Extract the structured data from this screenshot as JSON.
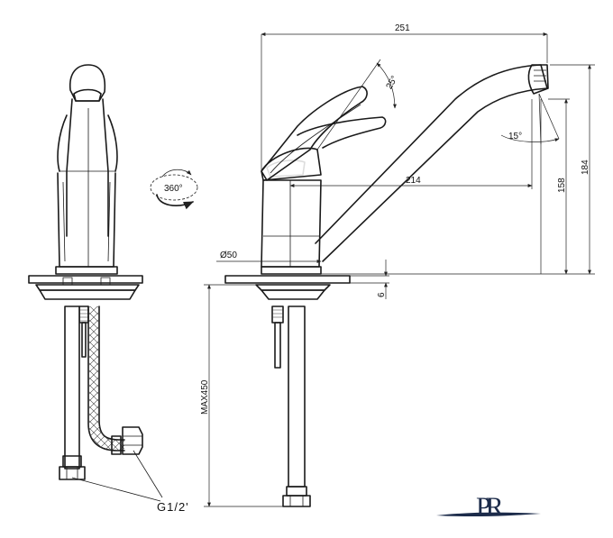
{
  "dimensions": {
    "total_reach": "251",
    "spout_reach": "214",
    "lever_angle": "25°",
    "spout_angle": "15°",
    "spout_height": "158",
    "total_height": "184",
    "base_diameter": "Ø50",
    "deck_thickness": "6",
    "hose_length": "MAX450"
  },
  "labels": {
    "rotation": "360°",
    "connection": "G1/2'"
  },
  "logo": "PR",
  "colors": {
    "line": "#1a1a1a",
    "background": "#ffffff"
  }
}
